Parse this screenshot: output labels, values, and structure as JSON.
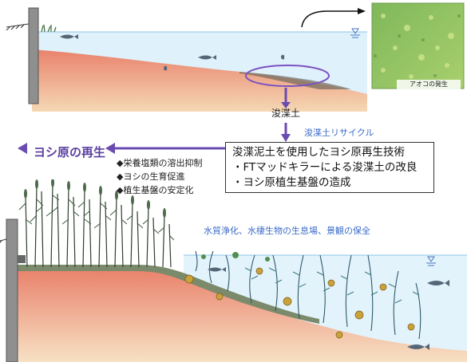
{
  "upper": {
    "photo_caption": "アオコの発生",
    "dredged_label": "浚渫土",
    "recycle_label": "浚渫土リサイクル"
  },
  "middle": {
    "goal_label": "ヨシ原の再生",
    "benefits": [
      "◆栄養塩類の溶出抑制",
      "◆ヨシの生育促進",
      "◆植生基盤の安定化"
    ],
    "box_lines": [
      "浚渫泥土を使用したヨシ原再生技術",
      "・FTマッドキラーによる浚渫土の改良",
      "・ヨシ原植生基盤の造成"
    ]
  },
  "lower": {
    "caption": "水質浄化、水棲生物の生息場、景観の保全"
  },
  "colors": {
    "water": "#dff1fb",
    "sediment_top": "#e9826c",
    "sediment_bottom": "#f6dcb8",
    "purple": "#6a4bb0",
    "caption_blue": "#3b6cc9"
  }
}
